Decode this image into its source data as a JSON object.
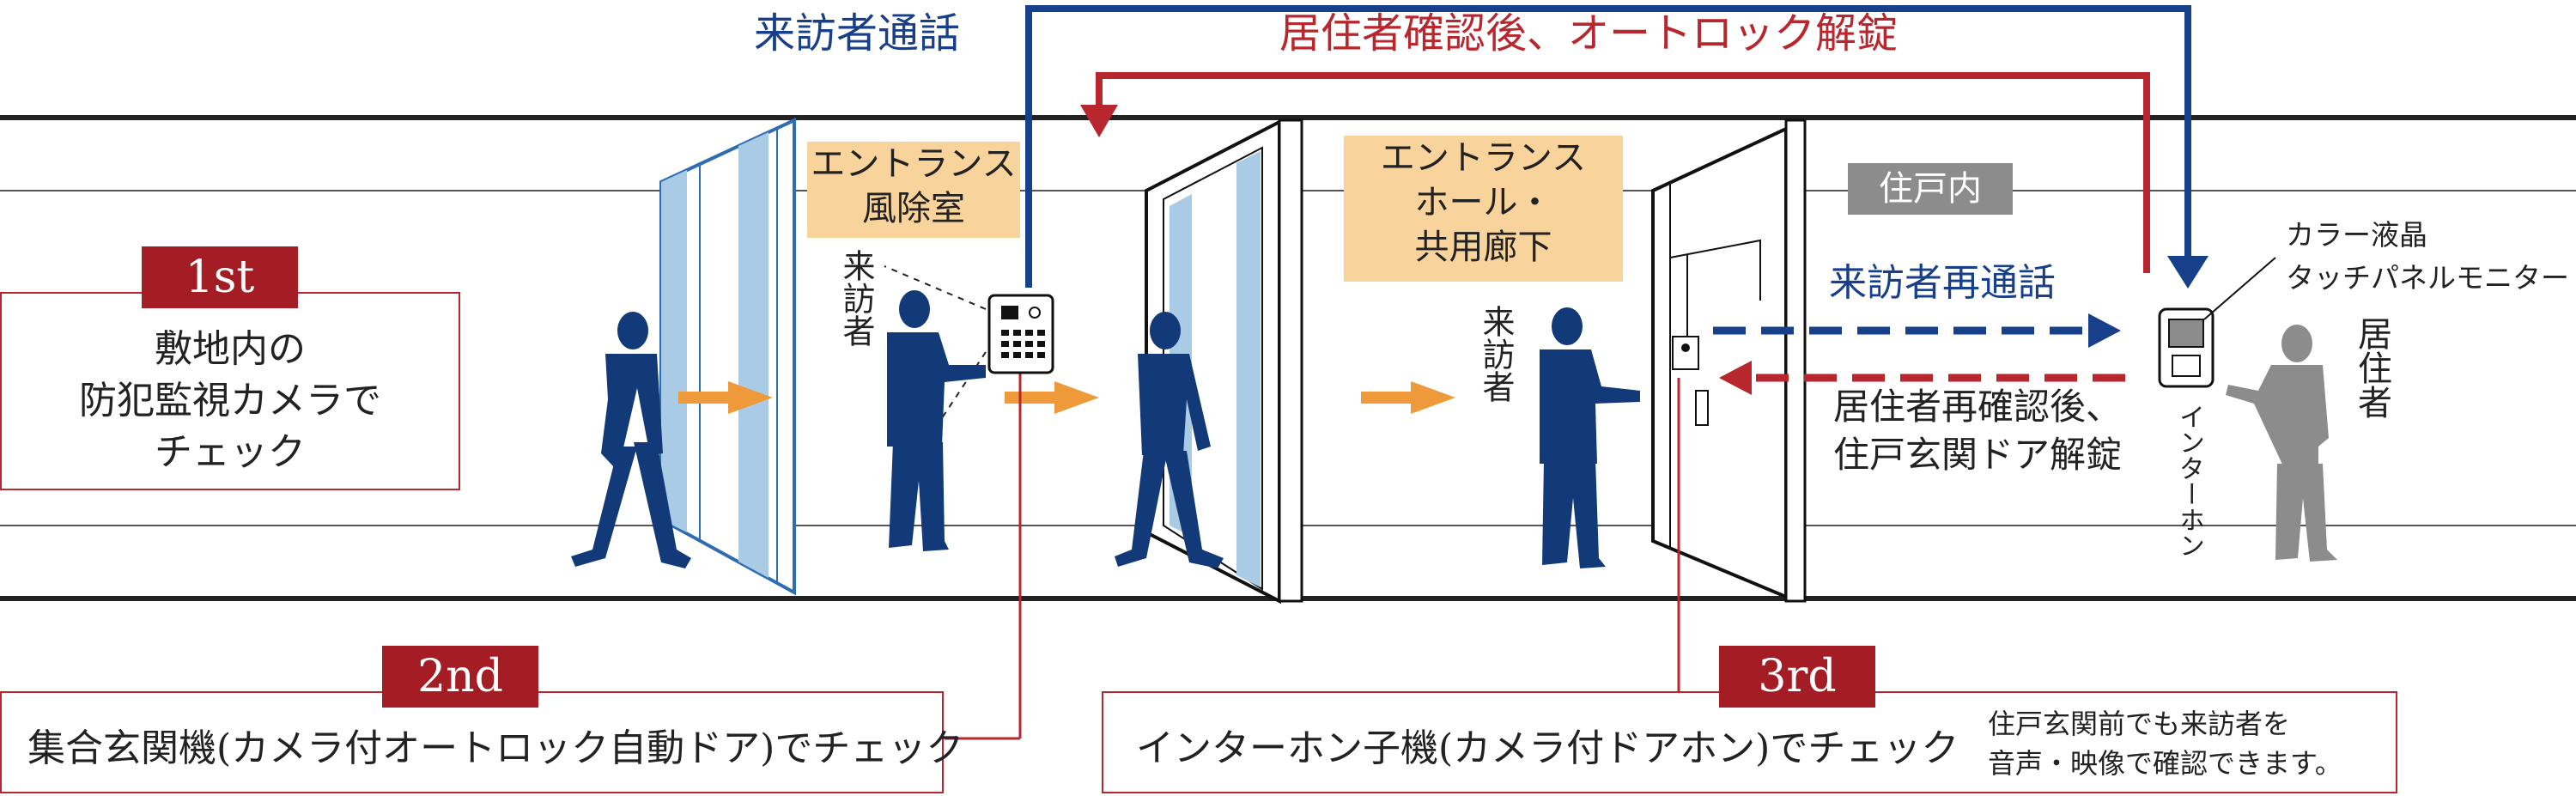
{
  "title_visitor_call": "来訪者通話",
  "title_unlock": "居住者確認後、オートロック解錠",
  "label_recall": "来訪者再通話",
  "label_reconfirm_line1": "居住者再確認後、",
  "label_reconfirm_line2": "住戸玄関ドア解錠",
  "entrance_room": {
    "line1": "エントランス",
    "line2": "風除室"
  },
  "entrance_hall": {
    "line1": "エントランス",
    "line2": "ホール・",
    "line3": "共用廊下"
  },
  "unit_inside": "住戸内",
  "visitor_vertical_1": "来訪者",
  "visitor_vertical_2": "来訪者",
  "resident_vertical": "居住者",
  "intercom_vertical": "インターホン",
  "monitor_label_line1": "カラー液晶",
  "monitor_label_line2": "タッチパネルモニター",
  "step1": {
    "badge": "1st",
    "line1": "敷地内の",
    "line2": "防犯監視カメラで",
    "line3": "チェック"
  },
  "step2": {
    "badge": "2nd",
    "text": "集合玄関機(カメラ付オートロック自動ドア)でチェック"
  },
  "step3": {
    "badge": "3rd",
    "text": "インターホン子機(カメラ付ドアホン)でチェック",
    "note_line1": "住戸玄関前でも来訪者を",
    "note_line2": "音声・映像で確認できます。"
  },
  "colors": {
    "blue": "#173f8a",
    "red": "#b8262e",
    "orange": "#ee9a3a",
    "navy_figure": "#123a78",
    "grey_figure": "#8c8c8c",
    "glass": "#a9cbe6",
    "peach": "#f9d39c",
    "badge": "#a51d24"
  }
}
